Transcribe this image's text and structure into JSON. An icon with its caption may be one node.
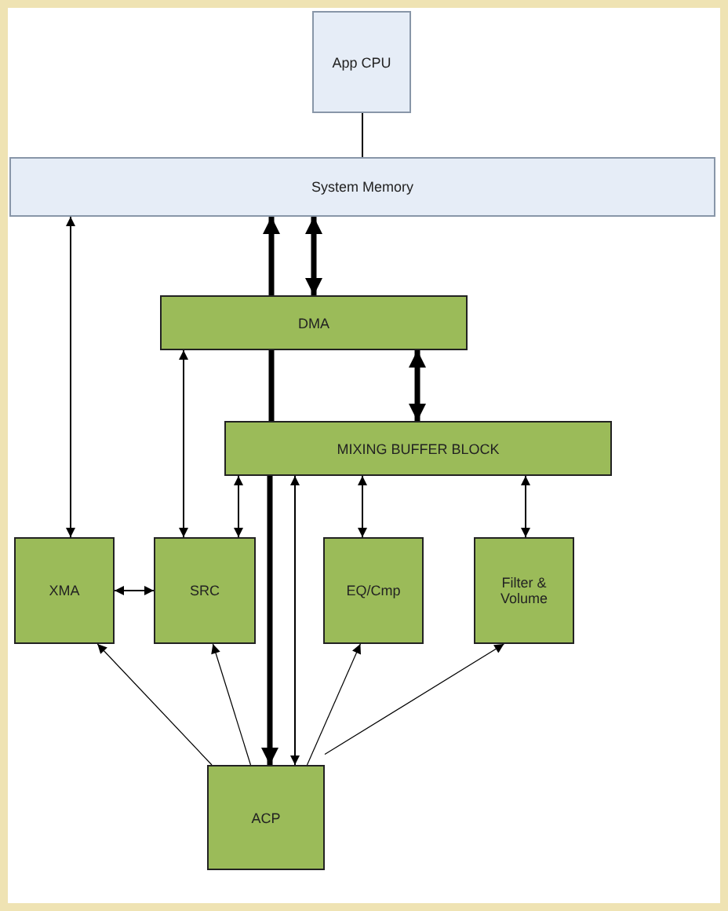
{
  "diagram": {
    "nodes": [
      {
        "text": [
          "App CPU"
        ]
      },
      {
        "text": [
          "System Memory"
        ]
      },
      {
        "text": [
          "DMA"
        ]
      },
      {
        "text": [
          "MIXING BUFFER BLOCK"
        ]
      },
      {
        "text": [
          "XMA"
        ]
      },
      {
        "text": [
          "SRC"
        ]
      },
      {
        "text": [
          "EQ/Cmp"
        ]
      },
      {
        "text": [
          "Filter & Volume"
        ]
      },
      {
        "text": [
          "ACP"
        ]
      }
    ],
    "edges": [
      {
        "from": 0,
        "to": 1,
        "arrow": "none"
      },
      {
        "from": 1,
        "to": 4,
        "arrow": "both"
      },
      {
        "from": 2,
        "to": 1,
        "arrow": "to",
        "style": "thick"
      },
      {
        "from": 1,
        "to": 2,
        "arrow": "both",
        "style": "thick"
      },
      {
        "from": 2,
        "to": 5,
        "arrow": "both"
      },
      {
        "from": 2,
        "to": 3,
        "arrow": "none",
        "style": "thick"
      },
      {
        "from": 2,
        "to": 3,
        "arrow": "both",
        "style": "thick"
      },
      {
        "from": 3,
        "to": 5,
        "arrow": "both"
      },
      {
        "from": 3,
        "to": 8,
        "arrow": "to",
        "style": "thick"
      },
      {
        "from": 3,
        "to": 8,
        "arrow": "both"
      },
      {
        "from": 3,
        "to": 6,
        "arrow": "both"
      },
      {
        "from": 3,
        "to": 7,
        "arrow": "both"
      },
      {
        "from": 4,
        "to": 5,
        "arrow": "both"
      },
      {
        "from": 8,
        "to": 4,
        "arrow": "to"
      },
      {
        "from": 8,
        "to": 5,
        "arrow": "to"
      },
      {
        "from": 8,
        "to": 6,
        "arrow": "to"
      },
      {
        "from": 8,
        "to": 7,
        "arrow": "to"
      }
    ]
  }
}
